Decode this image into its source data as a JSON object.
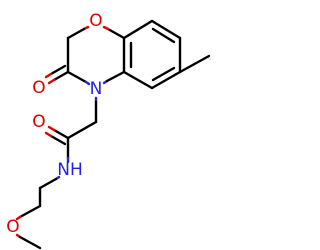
{
  "molecule": {
    "colors": {
      "bond": "#000000",
      "oxygen": "#dd0000",
      "nitrogen": "#2323dd",
      "background": "#ffffff"
    },
    "atoms": {
      "ring_oxygen": "O",
      "ketone_oxygen": "O",
      "ring_nitrogen": "N",
      "amide_oxygen": "O",
      "amide_nh": "NH",
      "ether_oxygen": "O"
    }
  }
}
